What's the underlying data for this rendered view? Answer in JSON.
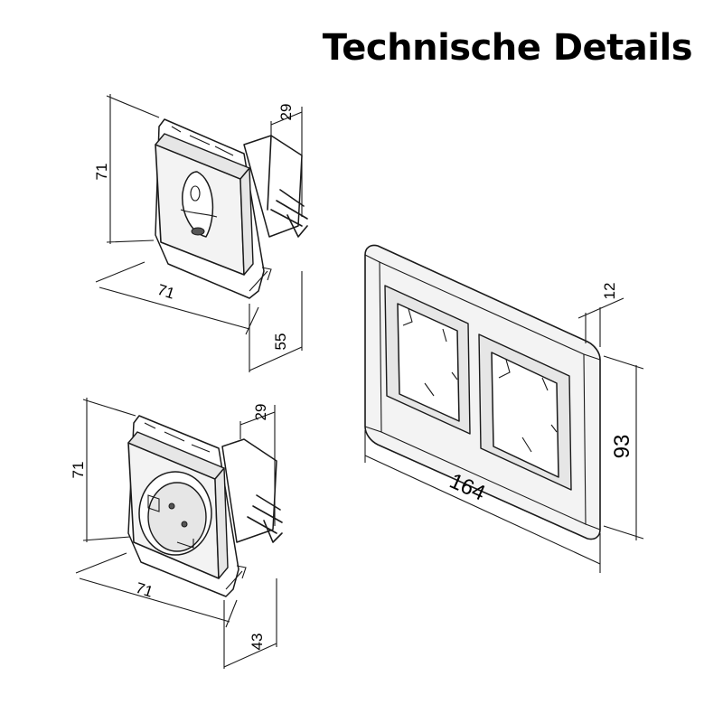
{
  "title": "Technische Details",
  "dimensions": {
    "switch": {
      "height": "71",
      "width": "71",
      "depth": "55",
      "back_depth": "29"
    },
    "socket": {
      "height": "71",
      "width": "71",
      "depth": "43",
      "back_depth": "29"
    },
    "frame": {
      "width": "164",
      "height": "93",
      "thickness": "12"
    }
  }
}
